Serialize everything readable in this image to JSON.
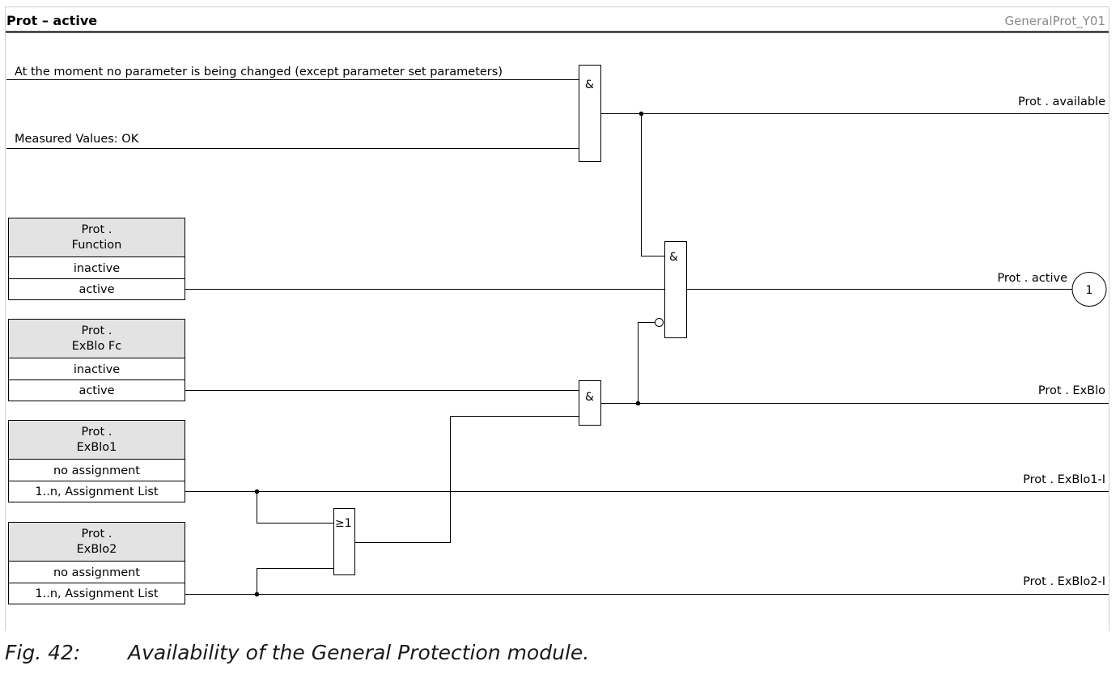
{
  "header": {
    "title": "Prot – active",
    "code": "GeneralProt_Y01"
  },
  "inputs": {
    "no_param_change": "At the moment no parameter is being changed (except parameter set parameters)",
    "measured_ok": "Measured Values: OK"
  },
  "param_boxes": [
    {
      "title_line1": "Prot .",
      "title_line2": "Function",
      "option1": "inactive",
      "option2": "active"
    },
    {
      "title_line1": "Prot .",
      "title_line2": "ExBlo Fc",
      "option1": "inactive",
      "option2": "active"
    },
    {
      "title_line1": "Prot .",
      "title_line2": "ExBlo1",
      "option1": "no assignment",
      "option2": "1..n, Assignment List"
    },
    {
      "title_line1": "Prot .",
      "title_line2": "ExBlo2",
      "option1": "no assignment",
      "option2": "1..n, Assignment List"
    }
  ],
  "gates": {
    "and_symbol": "&",
    "or_symbol": "≥1"
  },
  "outputs": {
    "available": "Prot . available",
    "active": "Prot . active",
    "exblo": "Prot . ExBlo",
    "exblo1": "Prot . ExBlo1-I",
    "exblo2": "Prot . ExBlo2-I",
    "connector_ref": "1"
  },
  "caption": {
    "number": "Fig. 42:",
    "text": "Availability of the General Protection module."
  }
}
